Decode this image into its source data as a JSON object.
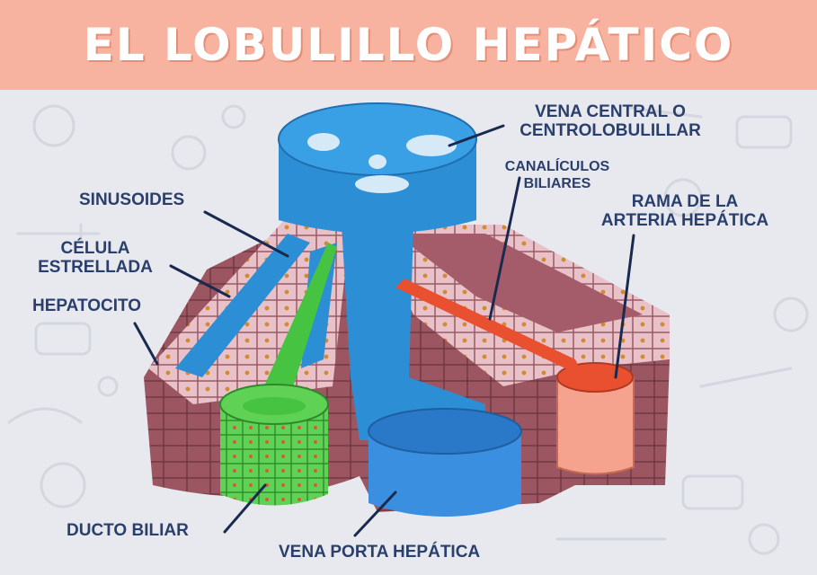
{
  "header": {
    "title": "EL LOBULILLO HEPÁTICO"
  },
  "labels": {
    "vena_central": "VENA CENTRAL O\nCENTROLOBULILLAR",
    "canaliculos": "CANALÍCULOS\nBILIARES",
    "rama_arteria": "RAMA DE LA\nARTERIA HEPÁTICA",
    "sinusoides": "SINUSOIDES",
    "celula_estrellada": "CÉLULA\nESTRELLADA",
    "hepatocito": "HEPATOCITO",
    "ducto_biliar": "DUCTO BILIAR",
    "vena_porta": "VENA PORTA HEPÁTICA"
  },
  "colors": {
    "header_bg": "#f7b3a0",
    "label_text": "#2a3f6c",
    "vein_blue": "#2c8fd6",
    "bile_green": "#46c340",
    "artery_red": "#e8502f",
    "hepatocyte_pink": "#e8c1c9",
    "tissue_brown": "#8e4f59"
  }
}
